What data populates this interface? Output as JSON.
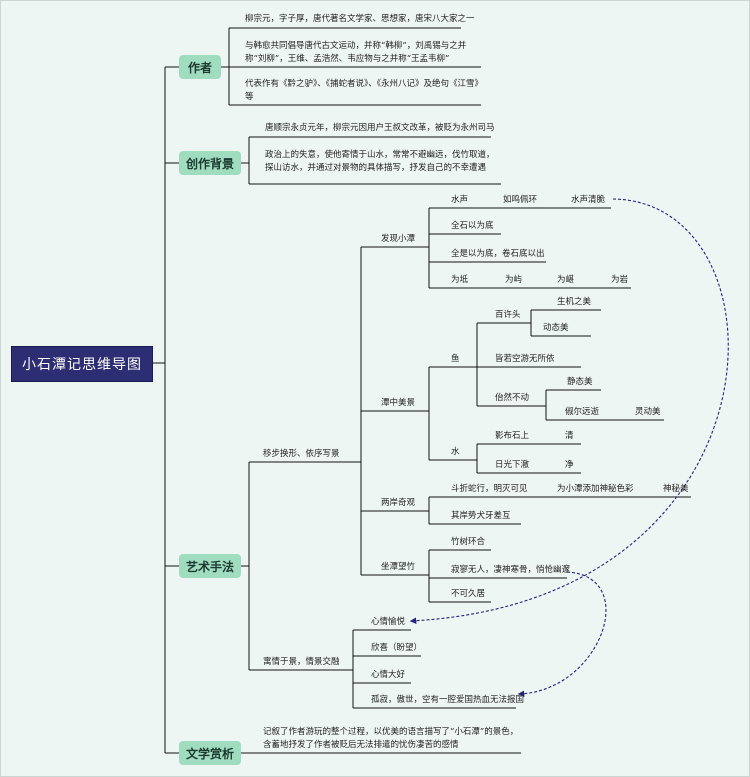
{
  "root": {
    "title": "小石潭记思维导图"
  },
  "author": {
    "label": "作者",
    "items": [
      "柳宗元，字子厚，唐代著名文学家、思想家，唐宋八大家之一",
      "与韩愈共同倡导唐代古文运动，并称“韩柳”，刘禹锡与之并称“刘柳”，王维、孟浩然、韦应物与之并称“王孟韦柳”",
      "代表作有《黔之驴》、《捕蛇者说》、《永州八记》及绝句《江雪》等"
    ]
  },
  "background": {
    "label": "创作背景",
    "items": [
      "唐顺宗永贞元年，柳宗元因用户王叔文改革，被贬为永州司马",
      "政治上的失意，使他寄情于山水，常常不避幽远，伐竹取道，探山访水，并通过对景物的具体描写，抒发自己的不幸遭遇"
    ]
  },
  "technique": {
    "label": "艺术手法",
    "a": {
      "label": "移步换形、依序写景",
      "discover": {
        "label": "发现小潭",
        "r1": [
          "水声",
          "如鸣佩环",
          "水声清脆"
        ],
        "r2": "全石以为底",
        "r3": "全是以为底，卷石底以出",
        "r4": [
          "为坻",
          "为屿",
          "为嵁",
          "为岩"
        ]
      },
      "scene": {
        "label": "潭中美景",
        "fish": {
          "label": "鱼",
          "baixu": "百许头",
          "shengji": "生机之美",
          "dongtai": "动态美",
          "kong": "皆若空游无所依",
          "yiran": "佁然不动",
          "jingtai": "静态美",
          "chuer": "俶尔远逝",
          "lingdong": "灵动美"
        },
        "water": {
          "label": "水",
          "r1": [
            "影布石上",
            "清"
          ],
          "r2": [
            "日光下澈",
            "净"
          ]
        }
      },
      "banks": {
        "label": "两岸奇观",
        "r1": [
          "斗折蛇行，明灭可见",
          "为小潭添加神秘色彩",
          "神秘美"
        ],
        "r2": "其岸势犬牙差互"
      },
      "seat": {
        "label": "坐潭望竹",
        "r1": "竹树环合",
        "r2": "寂寥无人，凄神寒骨，悄怆幽邃",
        "r3": "不可久居"
      }
    },
    "b": {
      "label": "寓情于景，情景交融",
      "items": [
        "心情愉悦",
        "欣喜（盼望）",
        "心情大好",
        "孤寂，傲世，空有一腔爱国热血无法报国"
      ]
    }
  },
  "appreciation": {
    "label": "文学赏析",
    "text": "记叙了作者游玩的整个过程，以优美的语言描写了“小石潭”的景色，含蓄地抒发了作者被贬后无法排遣的忧伤凄苦的感情"
  },
  "colors": {
    "root": "#2c2d73",
    "branch": "#9fdcc0",
    "background": "#eef6f3",
    "line": "#111111",
    "dashed": "#23237a"
  }
}
